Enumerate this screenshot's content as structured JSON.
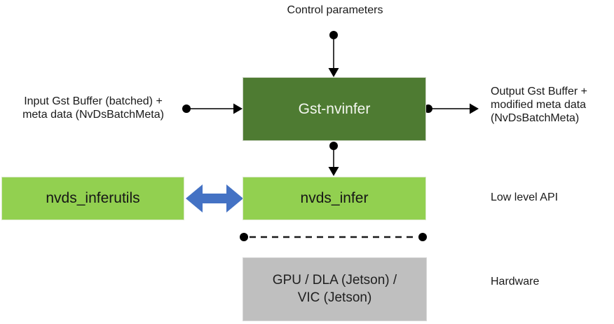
{
  "diagram": {
    "nodes": {
      "gst_nvinfer": {
        "label": "Gst-nvinfer"
      },
      "nvds_inferutils": {
        "label": "nvds_inferutils"
      },
      "nvds_infer": {
        "label": "nvds_infer"
      },
      "hardware_box": {
        "line1": "GPU / DLA (Jetson) /",
        "line2": "VIC (Jetson)"
      }
    },
    "labels": {
      "control_parameters": "Control parameters",
      "input_buffer": {
        "line1": "Input Gst Buffer (batched) +",
        "line2": "meta data (NvDsBatchMeta)"
      },
      "output_buffer": {
        "line1": "Output Gst Buffer +",
        "line2": "modified meta data",
        "line3": "(NvDsBatchMeta)"
      },
      "low_level_api": "Low level API",
      "hardware": "Hardware"
    },
    "icons": {
      "down_arrow_top": "arrow-down-icon",
      "down_arrow_mid": "arrow-down-icon",
      "right_arrow_in": "arrow-right-icon",
      "right_arrow_out": "arrow-right-icon",
      "double_arrow": "double-headed-arrow-icon",
      "dashed_separator": "dashed-line-separator"
    },
    "colors": {
      "gst_nvinfer_fill": "#4e7b32",
      "gst_nvinfer_text": "#f4f7f0",
      "low_level_fill": "#92d050",
      "hardware_fill": "#bfbfbf",
      "double_arrow_blue": "#4472c4",
      "connector_black": "#000000",
      "text": "#1a1a1a",
      "background": "#ffffff"
    }
  }
}
